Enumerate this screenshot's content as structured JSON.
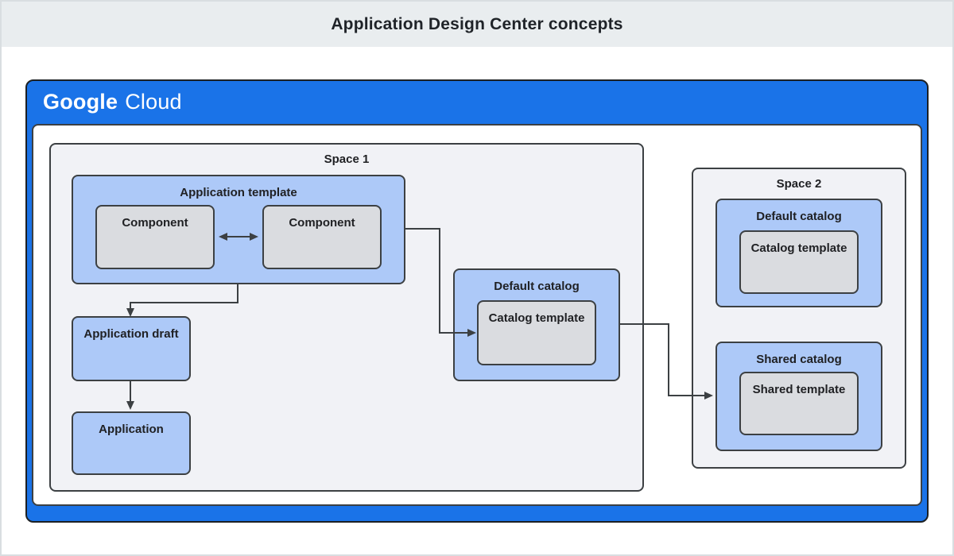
{
  "banner": {
    "title": "Application Design Center concepts"
  },
  "brand": {
    "google": "Google",
    "cloud": "Cloud"
  },
  "space1": {
    "label": "Space 1",
    "application_template": {
      "label": "Application template",
      "components": [
        "Component",
        "Component"
      ]
    },
    "application_draft": {
      "label": "Application draft"
    },
    "application": {
      "label": "Application"
    },
    "default_catalog": {
      "label": "Default catalog",
      "catalog_template": {
        "label": "Catalog template"
      }
    }
  },
  "space2": {
    "label": "Space 2",
    "default_catalog": {
      "label": "Default catalog",
      "catalog_template": {
        "label": "Catalog template"
      }
    },
    "shared_catalog": {
      "label": "Shared catalog",
      "shared_template": {
        "label": "Shared template"
      }
    }
  },
  "colors": {
    "google_blue": "#1a73e8",
    "box_blue": "#adc9f8",
    "box_gray": "#dadce0",
    "space_bg": "#f1f2f6",
    "banner_bg": "#e9edef",
    "stroke": "#3c4043",
    "text": "#202124"
  }
}
